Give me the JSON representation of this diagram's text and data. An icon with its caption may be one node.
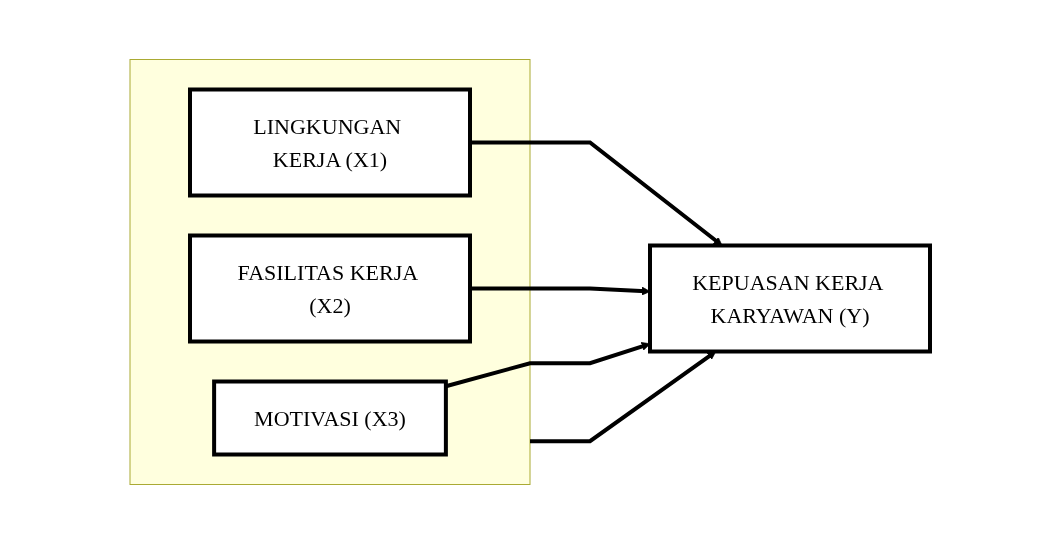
{
  "diagram": {
    "nodes": [
      {
        "text": [],
        "shape": "box"
      },
      {
        "text": [
          "LINGKUNGAN KERJA (X1)"
        ],
        "in": 0
      },
      {
        "text": [
          "FASILITAS KERJA (X2)"
        ],
        "in": 0
      },
      {
        "text": [
          "MOTIVASI (X3)"
        ],
        "in": 0
      },
      {
        "text": [
          "KEPUASAN KERJA KARYAWAN (Y)"
        ]
      }
    ],
    "edges": [
      {
        "from": 1,
        "to": 4,
        "arrow": "to"
      },
      {
        "from": 2,
        "to": 4,
        "arrow": "to"
      },
      {
        "from": 3,
        "to": 4,
        "arrow": "to"
      },
      {
        "from": 0,
        "to": 4,
        "arrow": "to"
      }
    ]
  }
}
